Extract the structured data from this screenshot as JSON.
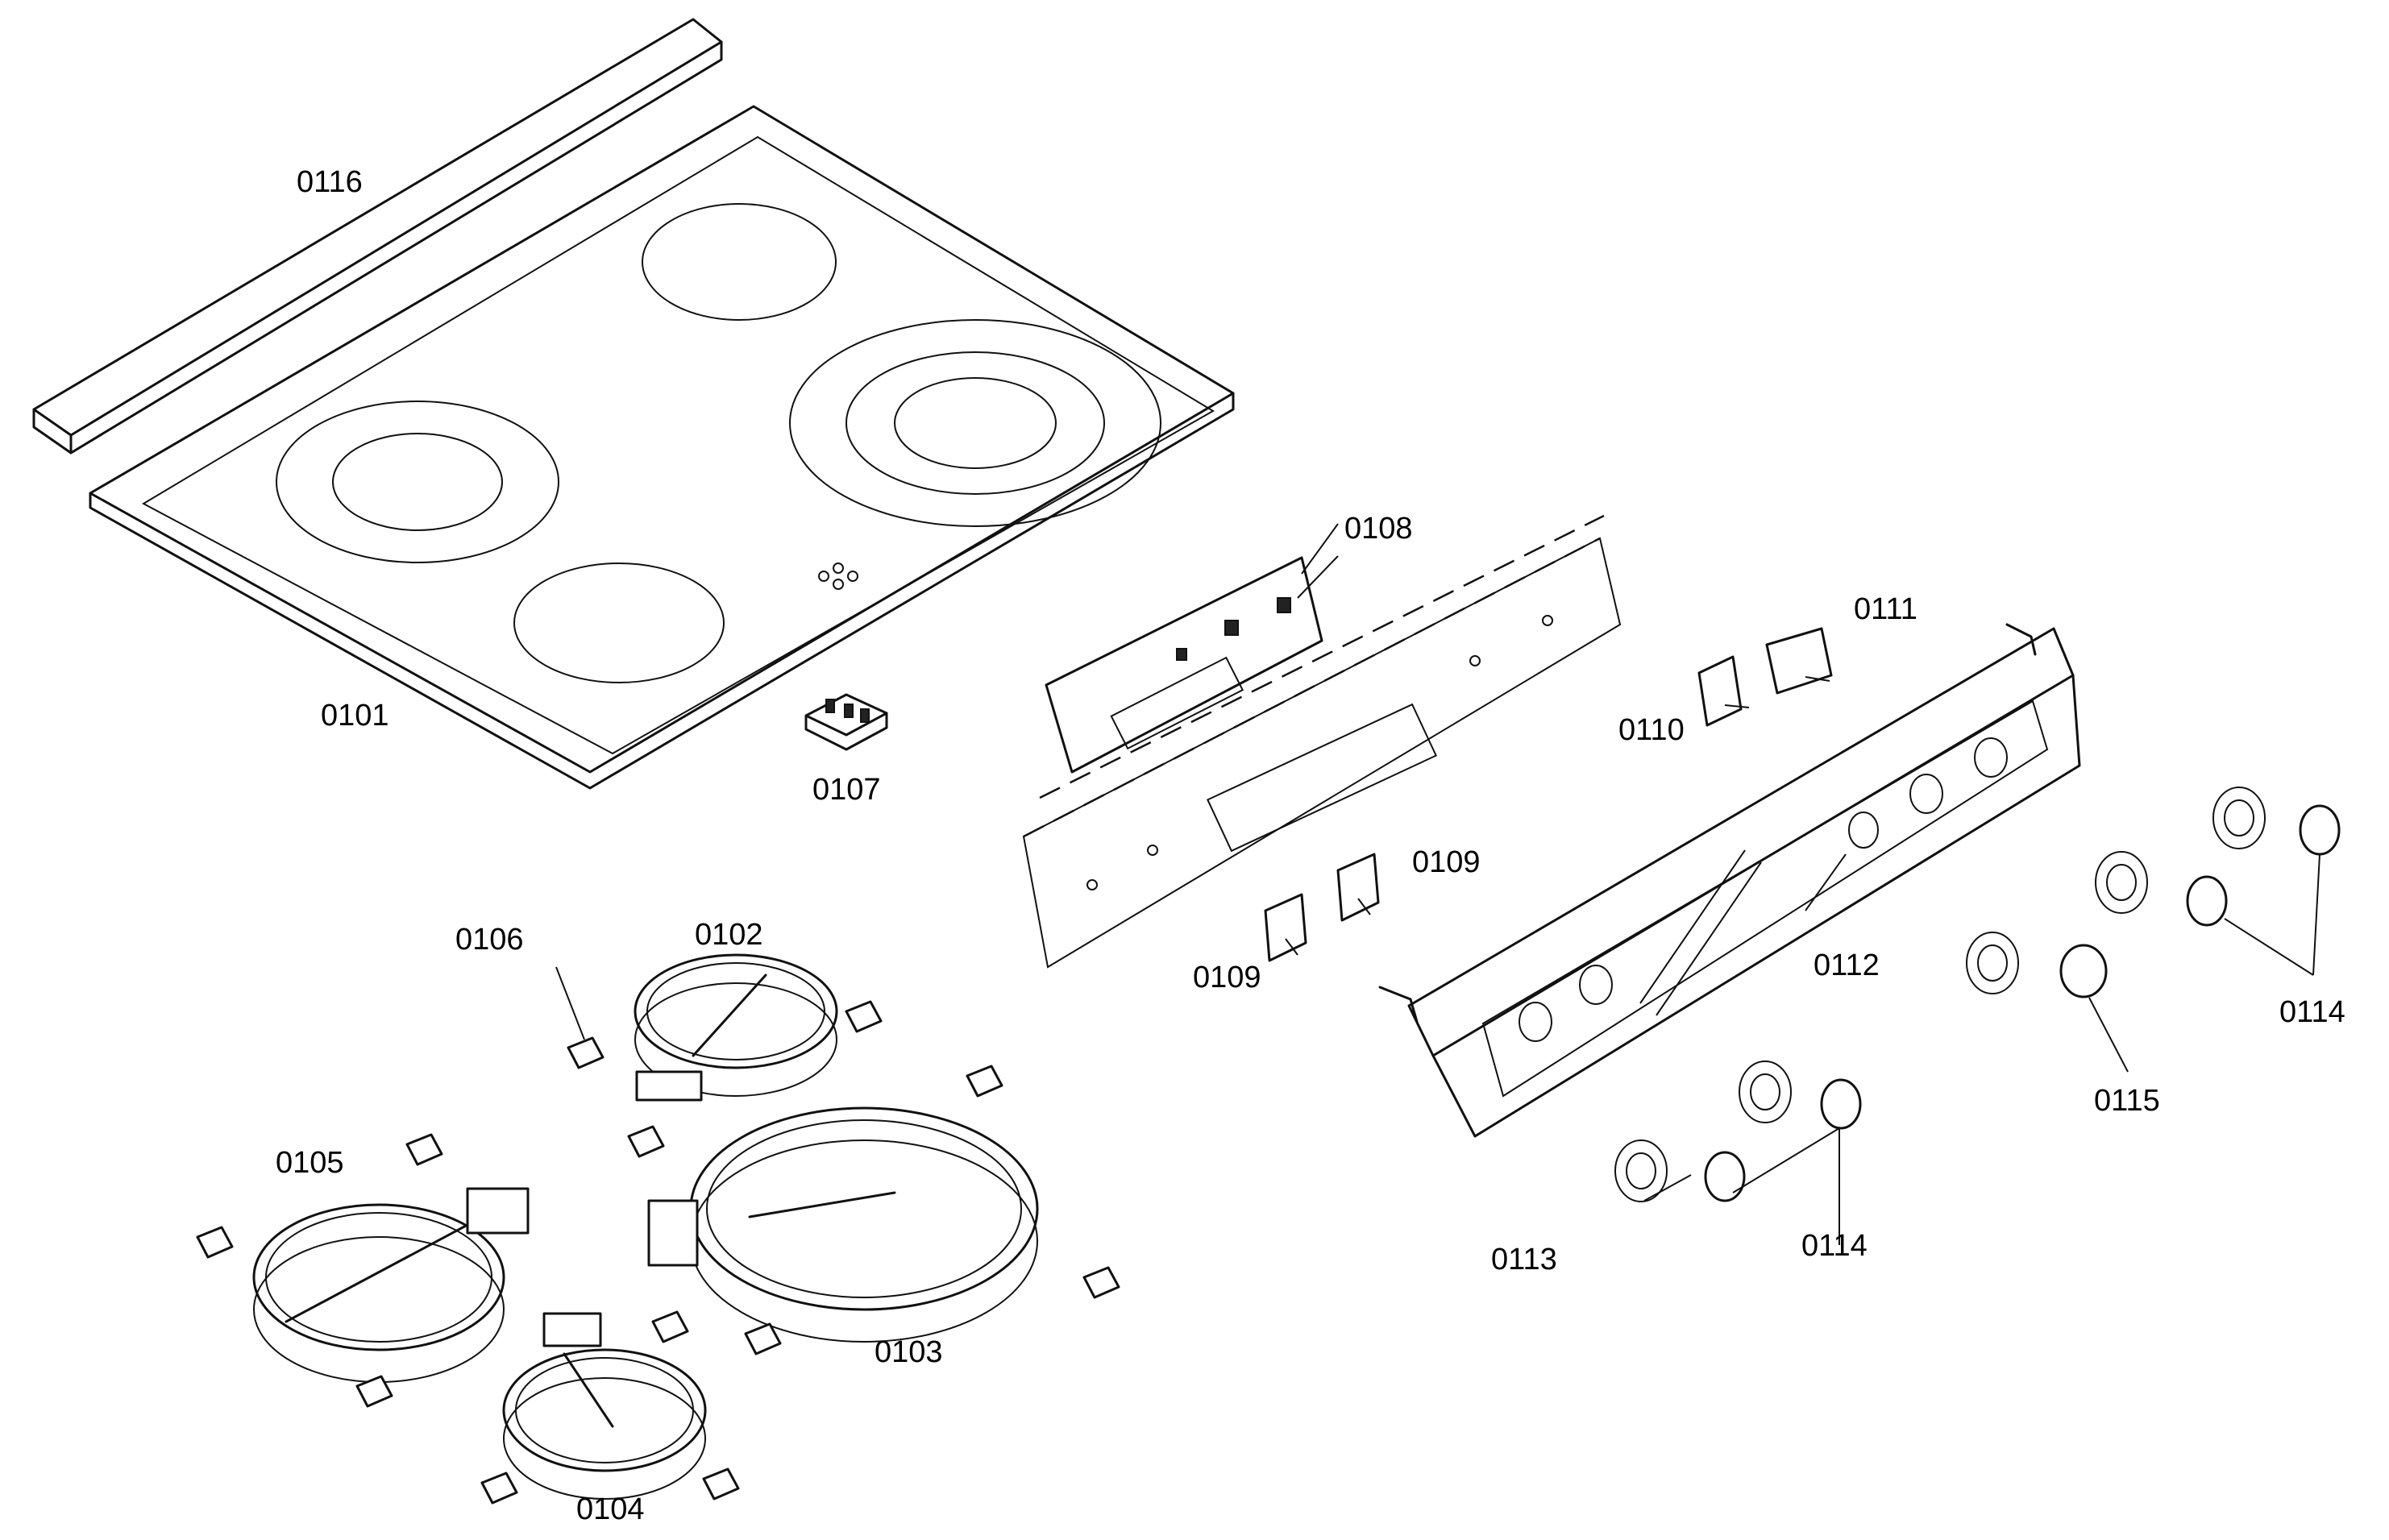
{
  "labels": {
    "p0101": "0101",
    "p0102": "0102",
    "p0103": "0103",
    "p0104": "0104",
    "p0105": "0105",
    "p0106": "0106",
    "p0107": "0107",
    "p0108": "0108",
    "p0109a": "0109",
    "p0109b": "0109",
    "p0110": "0110",
    "p0111": "0111",
    "p0112": "0112",
    "p0113": "0113",
    "p0114a": "0114",
    "p0114b": "0114",
    "p0115": "0115",
    "p0116": "0116"
  }
}
